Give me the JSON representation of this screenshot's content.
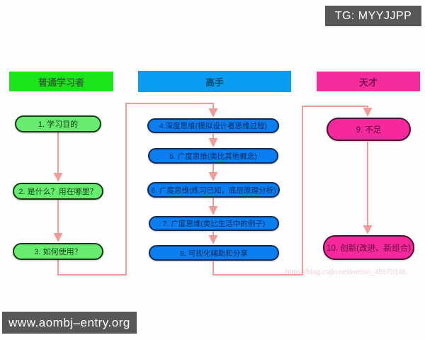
{
  "badges": {
    "tg_label": "TG: MYYJJPP",
    "site_label": "www.aombj–entry.org"
  },
  "watermark": "https://blog.csdn.net/weixin_45570146",
  "colors": {
    "beginner_header_bg": "#1be41b",
    "beginner_node_bg": "#67ec70",
    "beginner_node_border": "#143c14",
    "expert_header_bg": "#0a9cf2",
    "expert_node_bg": "#0b7ef0",
    "expert_node_border": "#0a2a5c",
    "genius_header_bg": "#f52c9e",
    "genius_node_bg": "#f5289e",
    "genius_node_border": "#4a1232",
    "connector": "#f29b9b",
    "badge_bg": "#585858"
  },
  "columns": [
    {
      "header": "普通学习者",
      "nodes": [
        {
          "label": "1. 学习目的"
        },
        {
          "label": "2. 是什么？用在哪里？"
        },
        {
          "label": "3. 如何使用？"
        }
      ]
    },
    {
      "header": "高手",
      "nodes": [
        {
          "label": "4.深度思维(模拟设计者思维过程)"
        },
        {
          "label": "5. 广度思维(类比其他概念)"
        },
        {
          "label": "6. 广度思维(练习已知，底层原理分析)"
        },
        {
          "label": "7. 广度思维(类比生活中的例子)"
        },
        {
          "label": "8. 可视化辅助和分享"
        }
      ]
    },
    {
      "header": "天才",
      "nodes": [
        {
          "label": "9. 不足"
        },
        {
          "label": "10. 创新(改进、新组合)"
        }
      ]
    }
  ]
}
